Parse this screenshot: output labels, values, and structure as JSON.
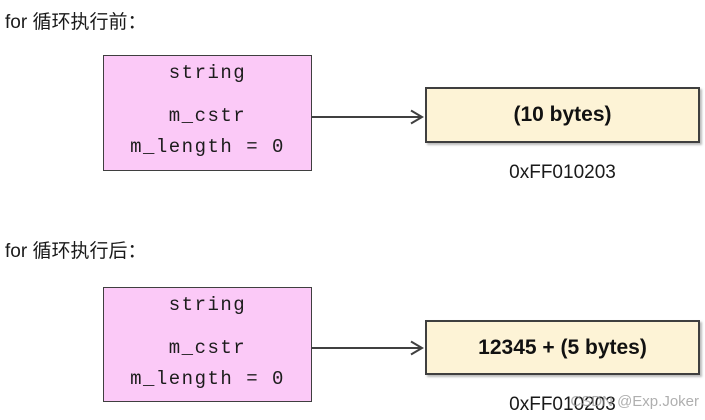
{
  "colors": {
    "struct_fill": "#fbc9f7",
    "struct_border": "#3f3f3f",
    "buffer_fill": "#fdf3d6",
    "buffer_border": "#3f3f3f",
    "arrow": "#404040",
    "text": "#1a1a1a",
    "watermark": "#9b9b9b",
    "background": "#ffffff"
  },
  "sections": [
    {
      "title": "for 循环执行前：",
      "struct": {
        "name": "string",
        "fields": [
          "m_cstr",
          "m_length = 0"
        ]
      },
      "buffer": {
        "label": "(10 bytes)"
      },
      "address": "0xFF010203"
    },
    {
      "title": "for 循环执行后：",
      "struct": {
        "name": "string",
        "fields": [
          "m_cstr",
          "m_length = 0"
        ]
      },
      "buffer": {
        "label": "12345 + (5 bytes)"
      },
      "address": "0xFF010203"
    }
  ],
  "watermark": "CSDN @Exp.Joker"
}
